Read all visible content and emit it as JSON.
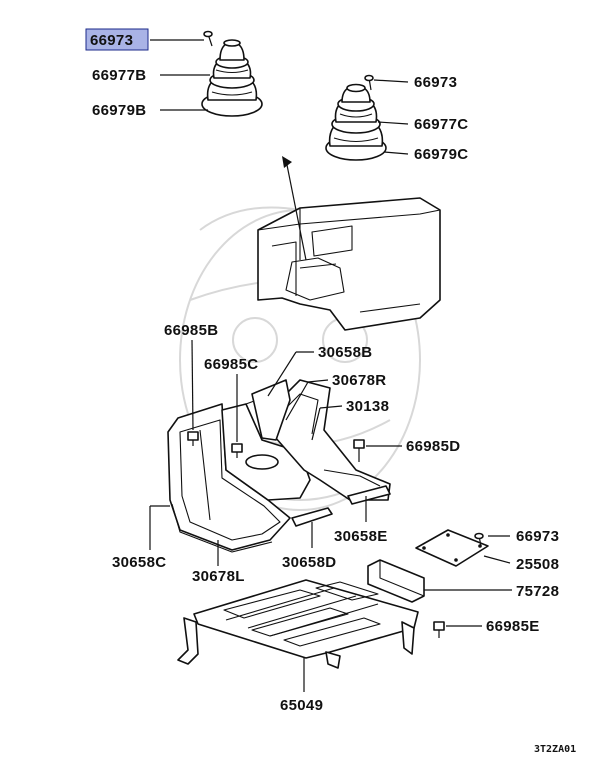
{
  "diagram": {
    "callouts": [
      {
        "id": "c1",
        "text": "66973",
        "highlighted": true
      },
      {
        "id": "c2",
        "text": "66977B"
      },
      {
        "id": "c3",
        "text": "66979B"
      },
      {
        "id": "c4",
        "text": "66973"
      },
      {
        "id": "c5",
        "text": "66977C"
      },
      {
        "id": "c6",
        "text": "66979C"
      },
      {
        "id": "c7",
        "text": "66985B"
      },
      {
        "id": "c8",
        "text": "66985C"
      },
      {
        "id": "c9",
        "text": "30658B"
      },
      {
        "id": "c10",
        "text": "30678R"
      },
      {
        "id": "c11",
        "text": "30138"
      },
      {
        "id": "c12",
        "text": "66985D"
      },
      {
        "id": "c13",
        "text": "30658E"
      },
      {
        "id": "c14",
        "text": "30658C"
      },
      {
        "id": "c15",
        "text": "30678L"
      },
      {
        "id": "c16",
        "text": "30658D"
      },
      {
        "id": "c17",
        "text": "66973"
      },
      {
        "id": "c18",
        "text": "25508"
      },
      {
        "id": "c19",
        "text": "75728"
      },
      {
        "id": "c20",
        "text": "66985E"
      },
      {
        "id": "c21",
        "text": "65049"
      }
    ],
    "diagram_code": "3T2ZA01",
    "highlight_color": "#a9b3e6"
  }
}
